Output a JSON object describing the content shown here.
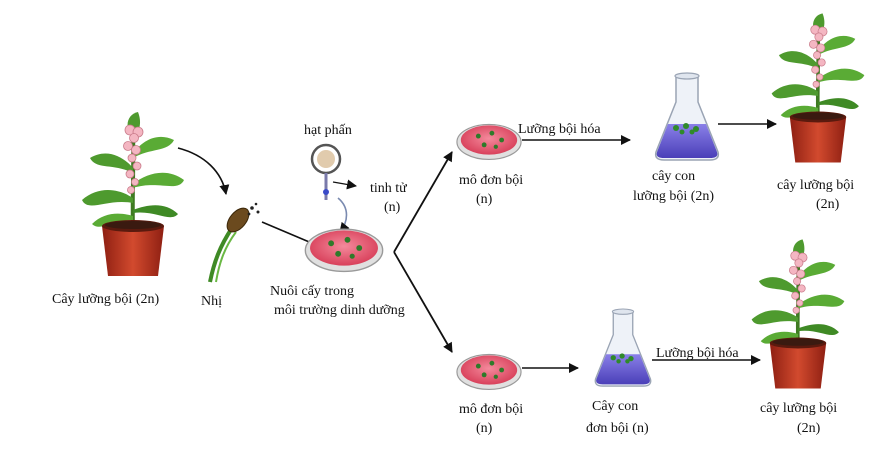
{
  "diagram": {
    "nodes": {
      "parent_plant": {
        "label": "Cây lưỡng bội (2n)"
      },
      "stamen": {
        "label": "Nhị"
      },
      "pollen": {
        "label": "hạt phấn"
      },
      "sperm": {
        "label_line1": "tinh tử",
        "label_line2": "(n)"
      },
      "culture": {
        "label_line1": "Nuôi cấy trong",
        "label_line2": "môi trường dinh dưỡng"
      },
      "haploid_tissue_top": {
        "label_line1": "mô đơn bội",
        "label_line2": "(n)"
      },
      "flask_top": {
        "label_line1": "cây con",
        "label_line2": "lưỡng bội (2n)"
      },
      "plant_top": {
        "label_line1": "cây lưỡng bội",
        "label_line2": "(2n)"
      },
      "haploid_tissue_bottom": {
        "label_line1": "mô đơn bội",
        "label_line2": "(n)"
      },
      "flask_bottom": {
        "label_line1": "Cây con",
        "label_line2": "đơn bội (n)"
      },
      "plant_bottom": {
        "label_line1": "cây lưỡng bội",
        "label_line2": "(2n)"
      }
    },
    "edges": {
      "top_diploidize": {
        "label": "Lưỡng bội hóa"
      },
      "bottom_diploidize": {
        "label": "Lưỡng bội hóa"
      }
    },
    "colors": {
      "pot": "#c0392b",
      "leaf": "#4e9a2e",
      "flower": "#f4b6c2",
      "dish": "#e8506a",
      "flask_liquid": "#6a5fd0",
      "arrow": "#111111"
    }
  }
}
